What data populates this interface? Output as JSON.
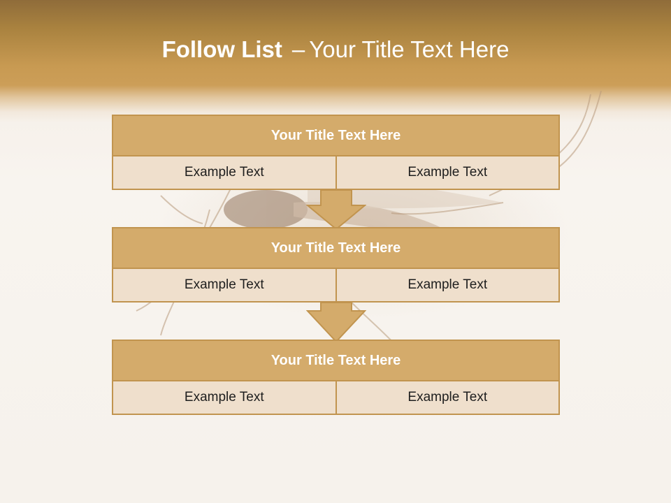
{
  "slide": {
    "title_bold": "Follow List",
    "title_separator": "–",
    "title_rest": "Your Title Text Here"
  },
  "colors": {
    "header": "#c89a52",
    "box_header": "#d4ab6b",
    "box_body": "#efdfcc",
    "border": "#c1944f",
    "title_text": "#ffffff"
  },
  "blocks": [
    {
      "title": "Your Title Text Here",
      "left": "Example Text",
      "right": "Example Text"
    },
    {
      "title": "Your Title Text Here",
      "left": "Example Text",
      "right": "Example Text"
    },
    {
      "title": "Your Title Text Here",
      "left": "Example Text",
      "right": "Example Text"
    }
  ],
  "connectors": [
    "down-arrow-icon",
    "down-arrow-icon"
  ]
}
